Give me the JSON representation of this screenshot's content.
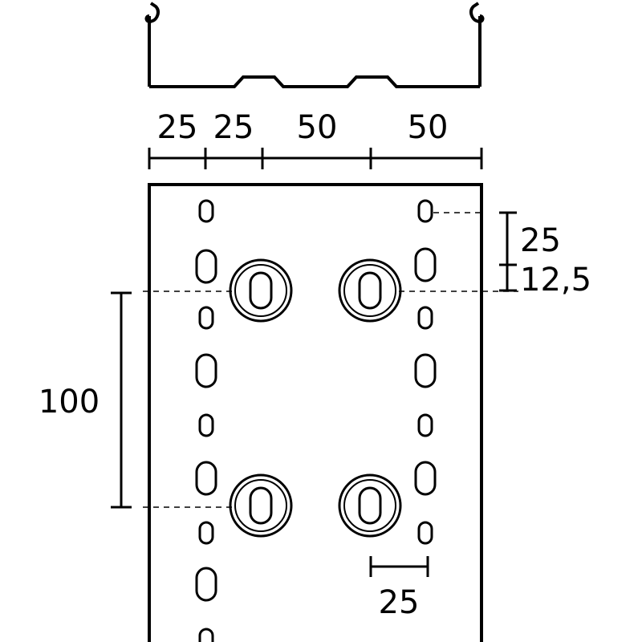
{
  "colors": {
    "line": "#000000",
    "background": "#ffffff"
  },
  "dimensions": {
    "top_spacing": [
      "25",
      "25",
      "50",
      "50"
    ],
    "right_first_offset": "25",
    "right_second_offset": "12,5",
    "left_vertical": "100",
    "bottom_hole_width": "25"
  }
}
